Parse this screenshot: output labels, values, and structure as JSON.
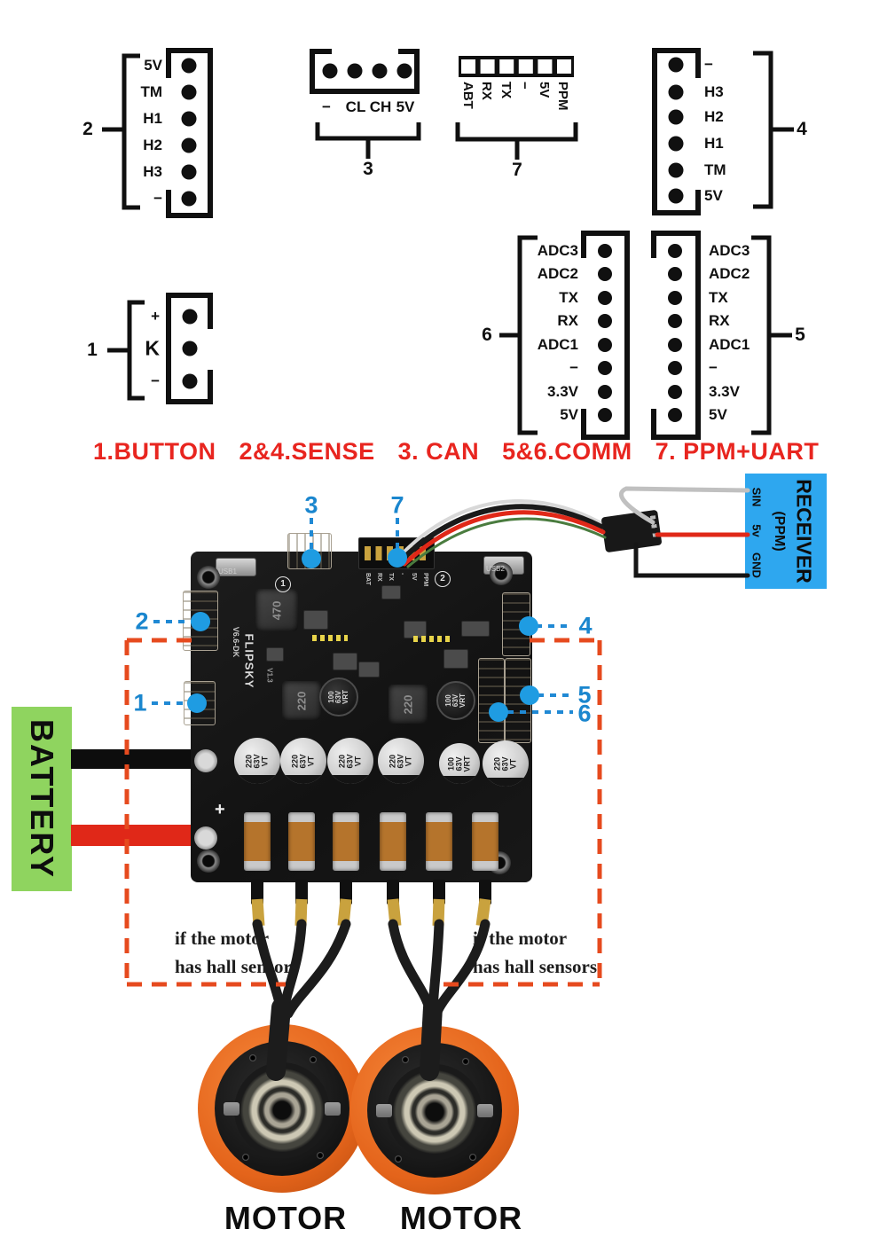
{
  "pinout": {
    "caption_parts": [
      "1.BUTTON",
      "2&4.SENSE",
      "3. CAN",
      "5&6.COMM",
      "7. PPM+UART"
    ],
    "c1": {
      "id": "1",
      "pins": [
        "+",
        "K",
        "−"
      ]
    },
    "c2": {
      "id": "2",
      "pins": [
        "5V",
        "TM",
        "H1",
        "H2",
        "H3",
        "−"
      ]
    },
    "c3": {
      "id": "3",
      "pins": [
        "−",
        "CL",
        "CH",
        "5V"
      ]
    },
    "c4": {
      "id": "4",
      "pins": [
        "−",
        "H3",
        "H2",
        "H1",
        "TM",
        "5V"
      ]
    },
    "c5": {
      "id": "5",
      "pins": [
        "ADC3",
        "ADC2",
        "TX",
        "RX",
        "ADC1",
        "−",
        "3.3V",
        "5V"
      ]
    },
    "c6": {
      "id": "6",
      "pins": [
        "ADC3",
        "ADC2",
        "TX",
        "RX",
        "ADC1",
        "−",
        "3.3V",
        "5V"
      ]
    },
    "c7": {
      "id": "7",
      "pins": [
        "ABT",
        "RX",
        "TX",
        "−",
        "5V",
        "PPM"
      ]
    }
  },
  "board": {
    "callouts": [
      "1",
      "2",
      "3",
      "4",
      "5",
      "6",
      "7"
    ],
    "silkscreen": {
      "brand": "FLIPSKY",
      "model": "V6.6-DK",
      "version": "V1.3",
      "usb1": "USB1",
      "usb2": "USB2",
      "mark1": "1",
      "mark2": "2",
      "plus": "+"
    },
    "header_pins": [
      "BAT",
      "RX",
      "TX",
      "-",
      "5V",
      "PPM"
    ],
    "inductors": [
      "470",
      "220",
      "220"
    ],
    "caps": [
      "220\n63V\nVT",
      "220\n63V\nVT",
      "220\n63V\nVT",
      "220\n63V\nVT",
      "100\n63V\nVRT",
      "220\n63V\nVT"
    ],
    "caps_small": [
      "100\n63V\nVRT",
      "100\n63V\nVRT"
    ]
  },
  "receiver": {
    "title": "RECEIVER",
    "subtitle": "(PPM)",
    "pins": [
      "SIN",
      "5v",
      "GND"
    ]
  },
  "battery": {
    "label": "BATTERY"
  },
  "motors": {
    "label": "MOTOR",
    "note_line1": "if the motor",
    "note_line2": "has hall sensors"
  },
  "colors": {
    "callout_blue": "#1a86ce",
    "dashed_red": "#e64a1e",
    "caption_red": "#e8251f",
    "receiver_blue": "#2ea7ef",
    "battery_green": "#8fd45f",
    "motor_orange": "#e8681f"
  }
}
